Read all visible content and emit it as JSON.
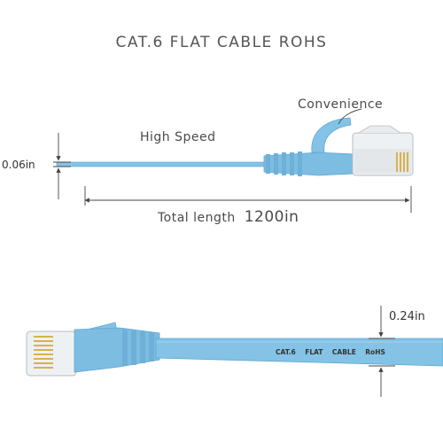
{
  "title": "CAT.6  FLAT  CABLE  ROHS",
  "top_figure": {
    "feature_right": "Convenience",
    "feature_left": "High Speed",
    "thickness": "0.06in",
    "length_label": "Total length",
    "length_value": "1200in"
  },
  "bottom_figure": {
    "width": "0.24in",
    "jacket_print": "CAT.6    FLAT    CABLE    RoHS"
  },
  "colors": {
    "cable_blue": "#84c3e6",
    "cable_dark": "#5ea7d2",
    "connector_gold": "#d8b24a",
    "dimension_line": "#444444"
  }
}
